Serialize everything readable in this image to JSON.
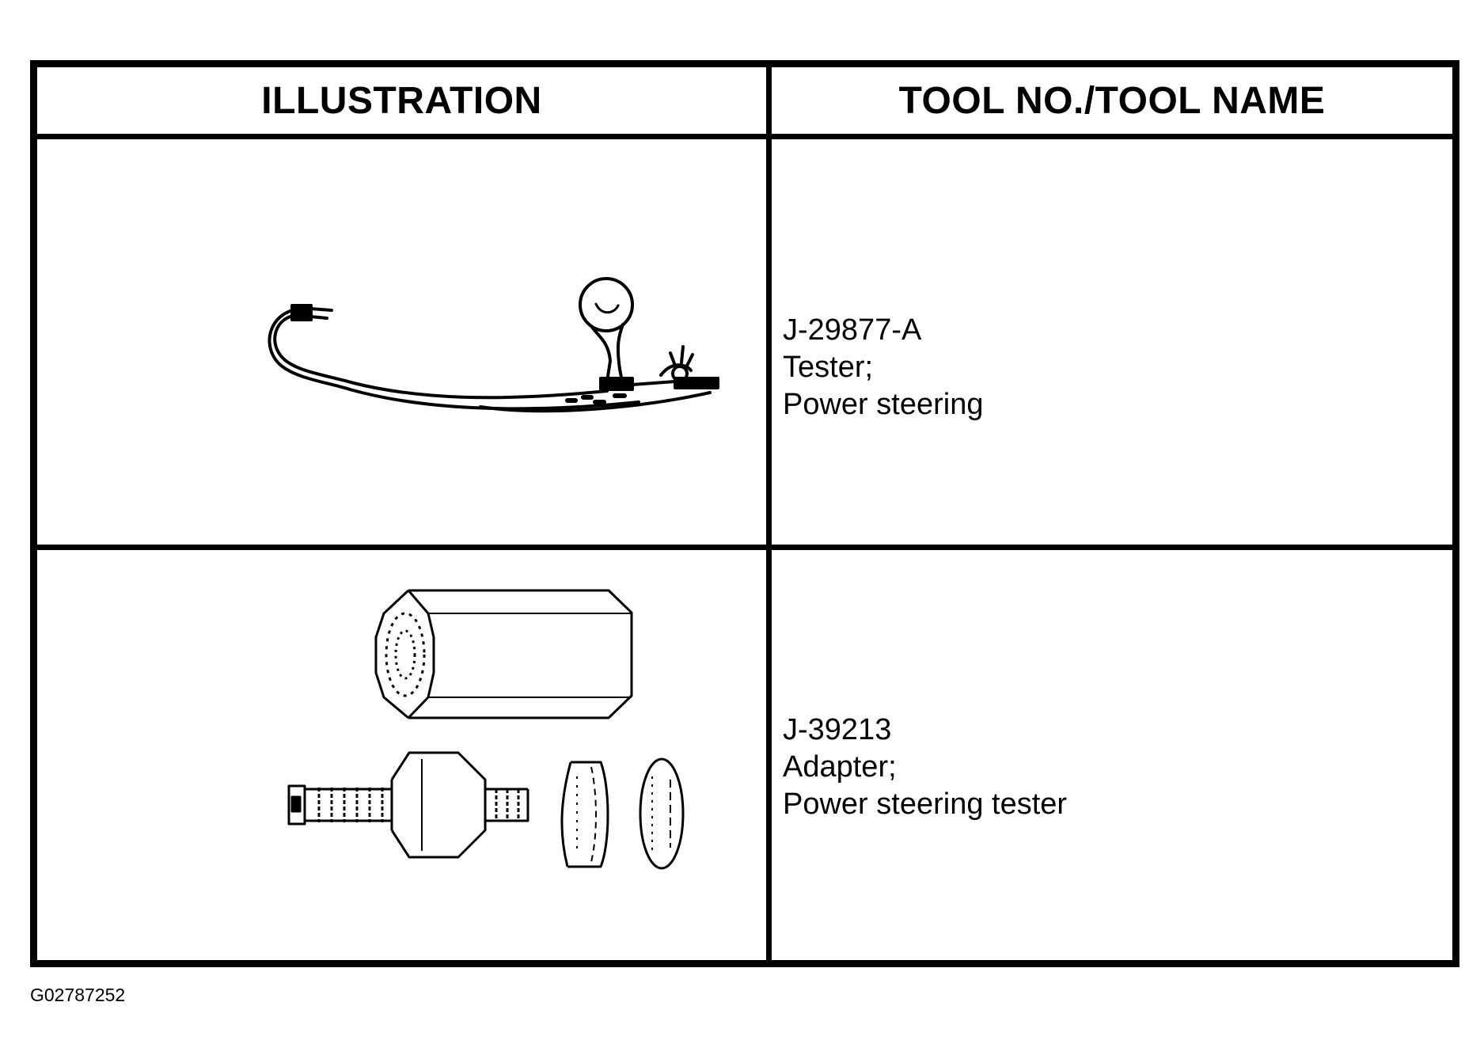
{
  "table": {
    "headers": {
      "illustration": "ILLUSTRATION",
      "tool": "TOOL NO./TOOL NAME"
    },
    "rows": [
      {
        "tool_no": "J-29877-A",
        "name_line1": "Tester;",
        "name_line2": "Power steering",
        "illustration_icon": "power-steering-tester-gauge-hose"
      },
      {
        "tool_no": "J-39213",
        "name_line1": "Adapter;",
        "name_line2": "Power steering tester",
        "illustration_icon": "adapter-hex-fitting-set"
      }
    ]
  },
  "figure_id": "G02787252"
}
